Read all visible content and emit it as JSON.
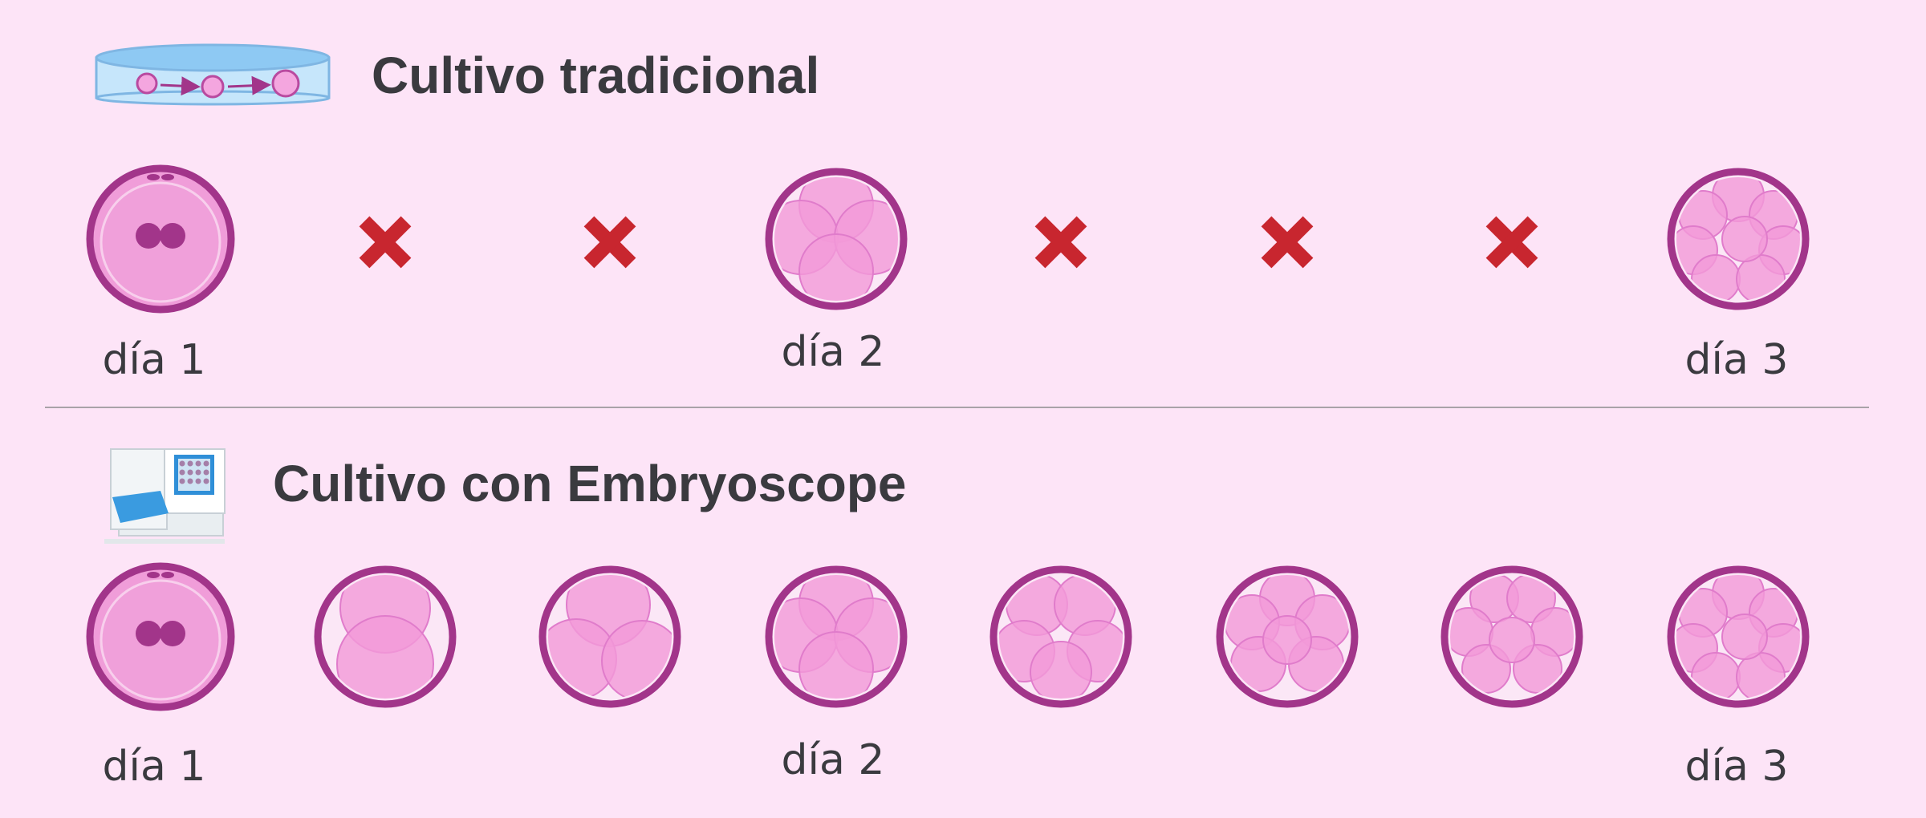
{
  "sections": [
    {
      "id": "traditional",
      "title": "Cultivo tradicional",
      "icon": "petri-dish-icon",
      "stages": [
        {
          "kind": "embryo",
          "cells": 1
        },
        {
          "kind": "missed"
        },
        {
          "kind": "missed"
        },
        {
          "kind": "embryo",
          "cells": 4
        },
        {
          "kind": "missed"
        },
        {
          "kind": "missed"
        },
        {
          "kind": "missed"
        },
        {
          "kind": "embryo",
          "cells": 8
        }
      ],
      "day_labels": [
        "día 1",
        "día 2",
        "día 3"
      ]
    },
    {
      "id": "embryoscope",
      "title": "Cultivo con Embryoscope",
      "icon": "embryoscope-incubator-icon",
      "stages": [
        {
          "kind": "embryo",
          "cells": 1
        },
        {
          "kind": "embryo",
          "cells": 2
        },
        {
          "kind": "embryo",
          "cells": 3
        },
        {
          "kind": "embryo",
          "cells": 4
        },
        {
          "kind": "embryo",
          "cells": 5
        },
        {
          "kind": "embryo",
          "cells": 6
        },
        {
          "kind": "embryo",
          "cells": 7
        },
        {
          "kind": "embryo",
          "cells": 8
        }
      ],
      "day_labels": [
        "día 1",
        "día 2",
        "día 3"
      ]
    }
  ],
  "colors": {
    "background": "#fde4f7",
    "embryo_ring": "#a2358a",
    "embryo_fill": "#f09dd9",
    "cell_fill": "#f29ad8",
    "pronucleus": "#a2358a",
    "missed_mark": "#c8262f",
    "divider": "#a9a2a8",
    "title_text": "#3a3a3f"
  }
}
